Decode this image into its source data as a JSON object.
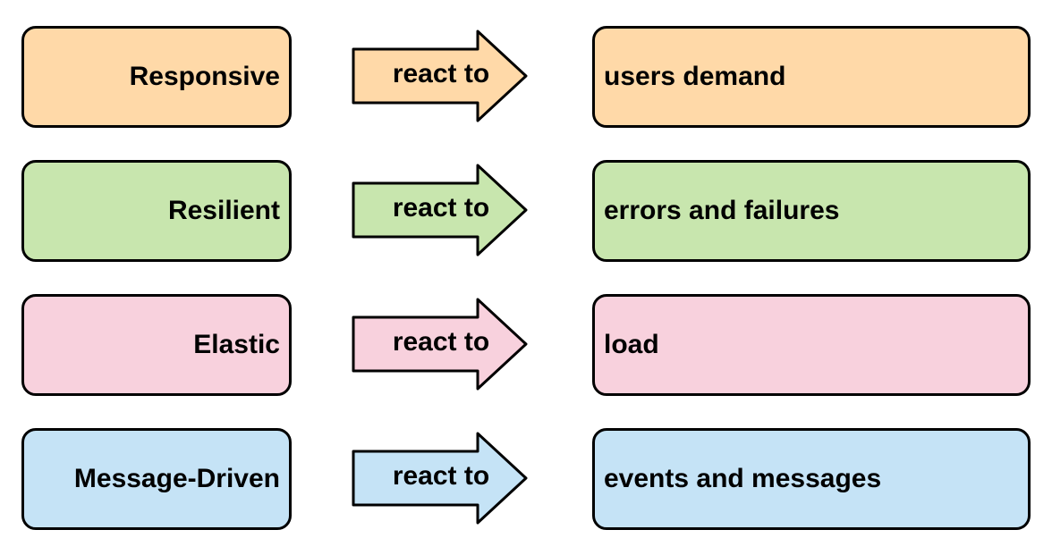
{
  "rows": [
    {
      "trait": "Responsive",
      "connector": "react to",
      "target": "users demand",
      "color": "#ffd9a8"
    },
    {
      "trait": "Resilient",
      "connector": "react to",
      "target": "errors and failures",
      "color": "#c8e6ae"
    },
    {
      "trait": "Elastic",
      "connector": "react to",
      "target": "load",
      "color": "#f8d1dd"
    },
    {
      "trait": "Message-Driven",
      "connector": "react to",
      "target": "events and messages",
      "color": "#c5e3f6"
    }
  ],
  "colors": {
    "stroke": "#000000",
    "background": "#ffffff"
  }
}
